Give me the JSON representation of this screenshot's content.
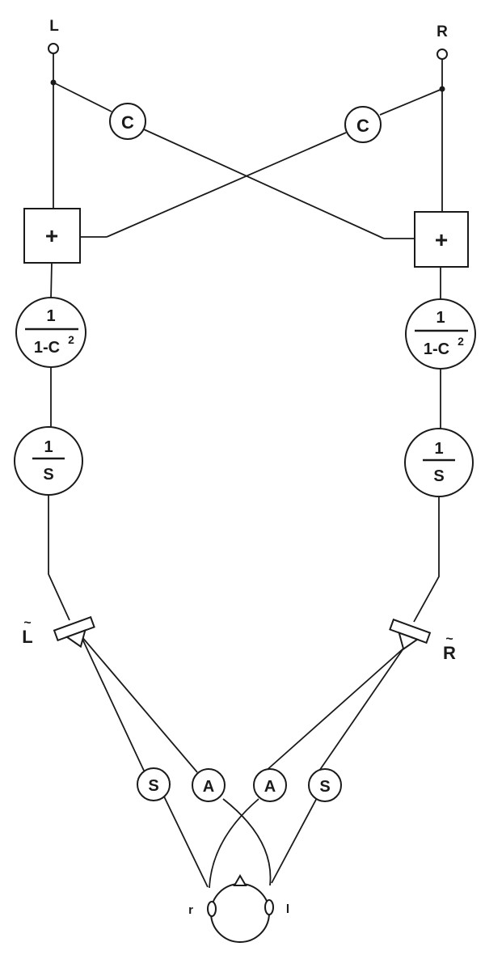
{
  "terminals": {
    "left": "L",
    "right": "R"
  },
  "crossfeed": {
    "left": "C",
    "right": "C"
  },
  "summers": {
    "left": "+",
    "right": "+"
  },
  "gain": {
    "numerator": "1",
    "denominator_base": "1-C",
    "denominator_exponent": "2"
  },
  "integrator": {
    "numerator": "1",
    "denominator": "S"
  },
  "speakers": {
    "left": "L",
    "left_mark": "~",
    "right": "R",
    "right_mark": "~"
  },
  "paths": {
    "same": "S",
    "alternate": "A"
  },
  "ears": {
    "right": "r",
    "left": "l"
  }
}
